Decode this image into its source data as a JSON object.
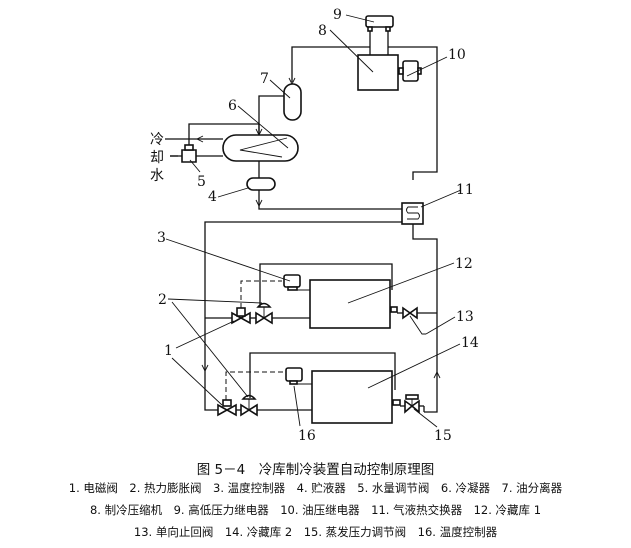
{
  "figure": {
    "title": "图 5－4　冷库制冷装置自动控制原理图",
    "cooling_water_label": [
      "冷",
      "却",
      "水"
    ],
    "component_numbers": [
      "1",
      "2",
      "3",
      "4",
      "5",
      "6",
      "7",
      "8",
      "9",
      "10",
      "11",
      "12",
      "13",
      "14",
      "15",
      "16"
    ]
  },
  "legend": {
    "line1": "1. 电磁阀　2. 热力膨胀阀　3. 温度控制器　4. 贮液器　5. 水量调节阀　6. 冷凝器　7. 油分离器",
    "line2": "8. 制冷压缩机　9. 高低压力继电器　10. 油压继电器　11. 气液热交换器　12. 冷藏库 1",
    "line3": "13. 单向止回阀　14. 冷藏库 2　15. 蒸发压力调节阀　16. 温度控制器",
    "items": [
      {
        "n": "1",
        "name": "电磁阀"
      },
      {
        "n": "2",
        "name": "热力膨胀阀"
      },
      {
        "n": "3",
        "name": "温度控制器"
      },
      {
        "n": "4",
        "name": "贮液器"
      },
      {
        "n": "5",
        "name": "水量调节阀"
      },
      {
        "n": "6",
        "name": "冷凝器"
      },
      {
        "n": "7",
        "name": "油分离器"
      },
      {
        "n": "8",
        "name": "制冷压缩机"
      },
      {
        "n": "9",
        "name": "高低压力继电器"
      },
      {
        "n": "10",
        "name": "油压继电器"
      },
      {
        "n": "11",
        "name": "气液热交换器"
      },
      {
        "n": "12",
        "name": "冷藏库 1"
      },
      {
        "n": "13",
        "name": "单向止回阀"
      },
      {
        "n": "14",
        "name": "冷藏库 2"
      },
      {
        "n": "15",
        "name": "蒸发压力调节阀"
      },
      {
        "n": "16",
        "name": "温度控制器"
      }
    ]
  }
}
